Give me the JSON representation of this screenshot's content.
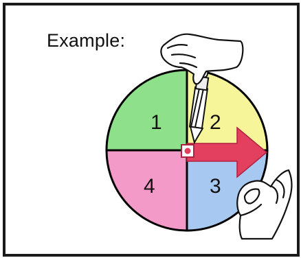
{
  "heading": "Example:",
  "quadrants": [
    {
      "number": "1",
      "color": "#8fe08a"
    },
    {
      "number": "2",
      "color": "#f7f59a"
    },
    {
      "number": "3",
      "color": "#a7c8f0"
    },
    {
      "number": "4",
      "color": "#f49ac8"
    }
  ],
  "accent": {
    "arrow": "#e2405e",
    "pin": "#e2405e",
    "outline": "#000000"
  },
  "icons": [
    "pencil-icon",
    "hand-icon",
    "arrow-icon"
  ]
}
